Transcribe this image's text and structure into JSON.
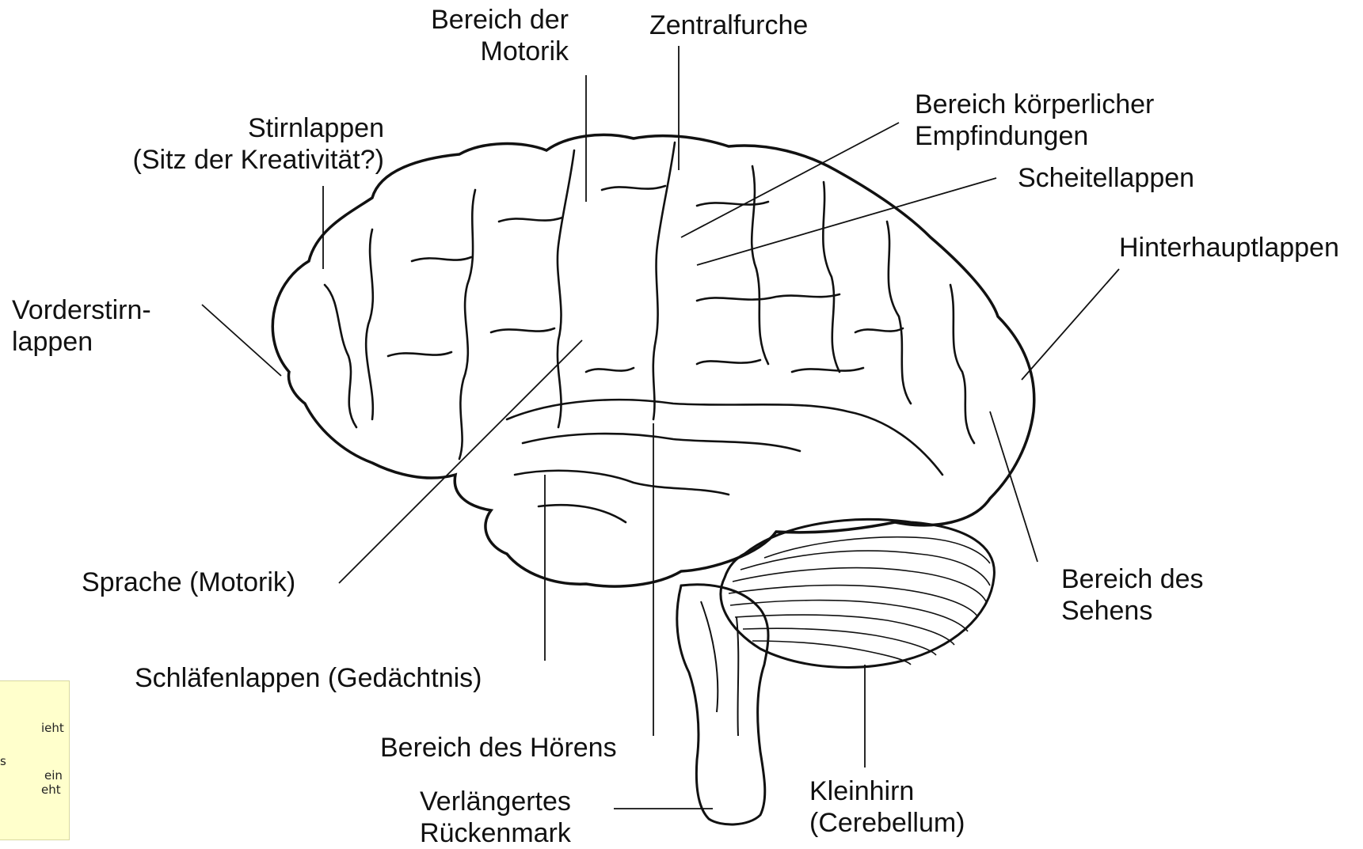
{
  "labels": {
    "motorik_1": "Bereich der",
    "motorik_2": "Motorik",
    "zentralfurche": "Zentralfurche",
    "empfindungen_1": "Bereich körperlicher",
    "empfindungen_2": "Empfindungen",
    "scheitellappen": "Scheitellappen",
    "stirnlappen_1": "Stirnlappen",
    "stirnlappen_2": "(Sitz der Kreativität?)",
    "hinterhauptlappen": "Hinterhauptlappen",
    "vorderstirn_1": "Vorderstirn-",
    "vorderstirn_2": "lappen",
    "sprache": "Sprache (Motorik)",
    "sehen_1": "Bereich des",
    "sehen_2": "Sehens",
    "schlaefenlappen": "Schläfenlappen (Gedächtnis)",
    "hoeren": "Bereich des Hörens",
    "kleinhirn_1": "Kleinhirn",
    "kleinhirn_2": "(Cerebellum)",
    "verlaengertes_1": "Verlängertes",
    "verlaengertes_2": "Rückenmark"
  },
  "note": {
    "line_1": "ieht",
    "line_2": "s",
    "line_3": "ein",
    "line_4": "eht"
  },
  "colors": {
    "line": "#111111",
    "note_background": "#ffffcc"
  }
}
